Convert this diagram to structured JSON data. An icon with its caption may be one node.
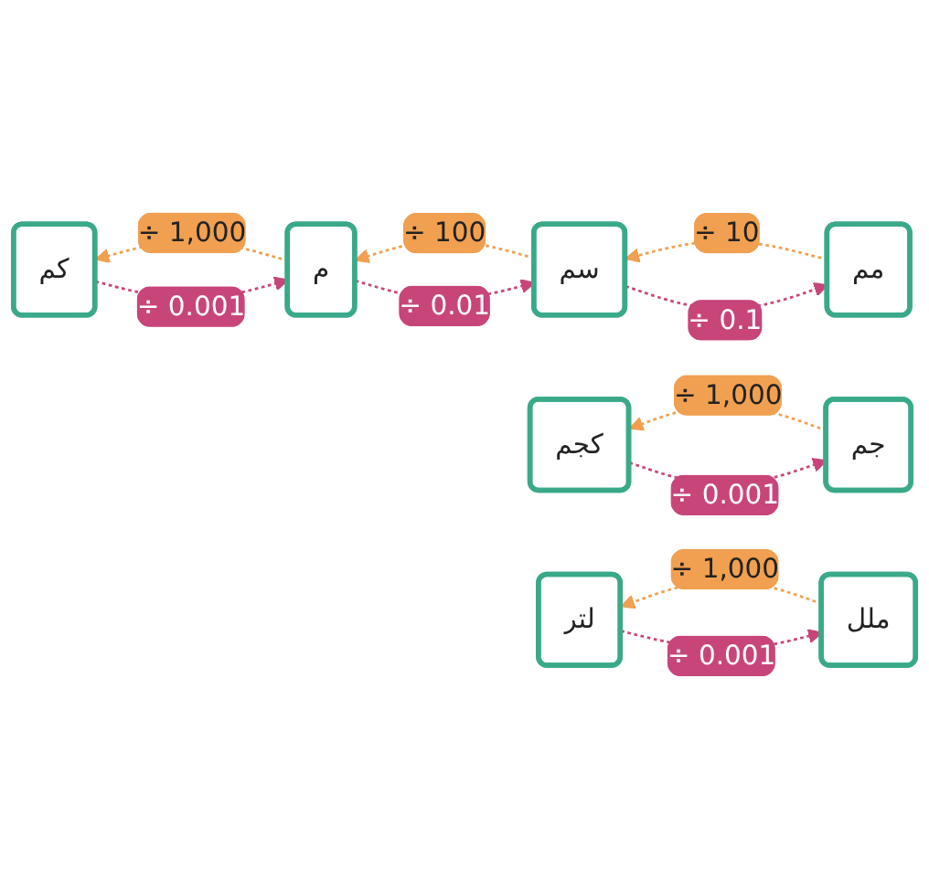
{
  "diagram": {
    "nodes": [
      {
        "text": [
          "مم"
        ]
      },
      {
        "text": [
          "سم"
        ]
      },
      {
        "text": [
          "م"
        ]
      },
      {
        "text": [
          "كم"
        ]
      },
      {
        "text": [
          "جم"
        ]
      },
      {
        "text": [
          "كجم"
        ]
      },
      {
        "text": [
          "ملل"
        ]
      },
      {
        "text": [
          "لتر"
        ]
      }
    ],
    "edges": [
      {
        "from": 1,
        "to": 0,
        "arrow": "to",
        "label": "÷ 0.1",
        "style": "dashed",
        "color": "#c8457a"
      },
      {
        "from": 2,
        "to": 1,
        "arrow": "to",
        "label": "÷ 0.01",
        "style": "dashed",
        "color": "#c8457a"
      },
      {
        "from": 3,
        "to": 2,
        "arrow": "to",
        "label": "÷ 0.001",
        "style": "dashed",
        "color": "#c8457a"
      },
      {
        "from": 0,
        "to": 1,
        "arrow": "to",
        "label": "÷ 10",
        "style": "dashed",
        "color": "#f0a050"
      },
      {
        "from": 1,
        "to": 2,
        "arrow": "to",
        "label": "÷ 100",
        "style": "dashed",
        "color": "#f0a050"
      },
      {
        "from": 2,
        "to": 3,
        "arrow": "to",
        "label": "÷ 1,000",
        "style": "dashed",
        "color": "#f0a050"
      },
      {
        "from": 5,
        "to": 4,
        "arrow": "to",
        "label": "÷ 0.001",
        "style": "dashed",
        "color": "#c8457a"
      },
      {
        "from": 4,
        "to": 5,
        "arrow": "to",
        "label": "÷ 1,000",
        "style": "dashed",
        "color": "#f0a050"
      },
      {
        "from": 7,
        "to": 6,
        "arrow": "to",
        "label": "÷ 0.001",
        "style": "dashed",
        "color": "#c8457a"
      },
      {
        "from": 6,
        "to": 7,
        "arrow": "to",
        "label": "÷ 1,000",
        "style": "dashed",
        "color": "#f0a050"
      }
    ]
  }
}
